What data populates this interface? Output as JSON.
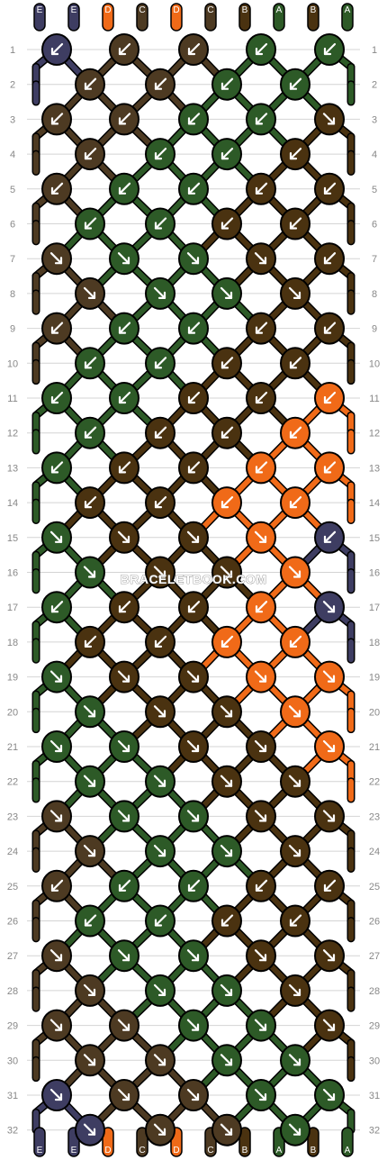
{
  "strand_labels": [
    "E",
    "E",
    "D",
    "C",
    "D",
    "C",
    "B",
    "A",
    "B",
    "A"
  ],
  "colors": {
    "A": "#2d5a27",
    "B": "#4a3210",
    "C": "#4d3a22",
    "D": "#f06a18",
    "E": "#3e3d62",
    "outline": "#000000",
    "guide": "#d4d4d4",
    "row_label": "#888888",
    "arrow": "#ffffff"
  },
  "row_numbers": [
    "1",
    "2",
    "3",
    "4",
    "5",
    "6",
    "7",
    "8",
    "9",
    "10",
    "11",
    "12",
    "13",
    "14",
    "15",
    "16",
    "17",
    "18",
    "19",
    "20",
    "21",
    "22",
    "23",
    "24",
    "25",
    "26",
    "27",
    "28",
    "29",
    "30",
    "31",
    "32"
  ],
  "rows": [
    [
      [
        "E",
        "bl"
      ],
      [
        "C",
        "bl"
      ],
      [
        "C",
        "bl"
      ],
      [
        "A",
        "bl"
      ],
      [
        "A",
        "bl"
      ]
    ],
    [
      [
        "C",
        "bl"
      ],
      [
        "C",
        "bl"
      ],
      [
        "A",
        "bl"
      ],
      [
        "A",
        "bl"
      ]
    ],
    [
      [
        "C",
        "bl"
      ],
      [
        "C",
        "bl"
      ],
      [
        "A",
        "bl"
      ],
      [
        "A",
        "bl"
      ],
      [
        "B",
        "br"
      ]
    ],
    [
      [
        "C",
        "bl"
      ],
      [
        "A",
        "bl"
      ],
      [
        "A",
        "bl"
      ],
      [
        "B",
        "bl"
      ]
    ],
    [
      [
        "C",
        "bl"
      ],
      [
        "A",
        "bl"
      ],
      [
        "A",
        "bl"
      ],
      [
        "B",
        "bl"
      ],
      [
        "B",
        "bl"
      ]
    ],
    [
      [
        "A",
        "bl"
      ],
      [
        "A",
        "bl"
      ],
      [
        "B",
        "bl"
      ],
      [
        "B",
        "bl"
      ]
    ],
    [
      [
        "C",
        "br"
      ],
      [
        "A",
        "br"
      ],
      [
        "A",
        "br"
      ],
      [
        "B",
        "br"
      ],
      [
        "B",
        "bl"
      ]
    ],
    [
      [
        "C",
        "br"
      ],
      [
        "A",
        "br"
      ],
      [
        "A",
        "br"
      ],
      [
        "B",
        "br"
      ]
    ],
    [
      [
        "C",
        "bl"
      ],
      [
        "A",
        "bl"
      ],
      [
        "A",
        "bl"
      ],
      [
        "B",
        "bl"
      ],
      [
        "B",
        "bl"
      ]
    ],
    [
      [
        "A",
        "bl"
      ],
      [
        "A",
        "bl"
      ],
      [
        "B",
        "bl"
      ],
      [
        "B",
        "bl"
      ]
    ],
    [
      [
        "A",
        "bl"
      ],
      [
        "A",
        "bl"
      ],
      [
        "B",
        "bl"
      ],
      [
        "B",
        "bl"
      ],
      [
        "D",
        "bl"
      ]
    ],
    [
      [
        "A",
        "bl"
      ],
      [
        "B",
        "bl"
      ],
      [
        "B",
        "bl"
      ],
      [
        "D",
        "bl"
      ]
    ],
    [
      [
        "A",
        "bl"
      ],
      [
        "B",
        "bl"
      ],
      [
        "B",
        "bl"
      ],
      [
        "D",
        "bl"
      ],
      [
        "D",
        "bl"
      ]
    ],
    [
      [
        "B",
        "bl"
      ],
      [
        "B",
        "bl"
      ],
      [
        "D",
        "bl"
      ],
      [
        "D",
        "bl"
      ]
    ],
    [
      [
        "A",
        "br"
      ],
      [
        "B",
        "br"
      ],
      [
        "B",
        "br"
      ],
      [
        "D",
        "br"
      ],
      [
        "E",
        "bl"
      ]
    ],
    [
      [
        "A",
        "br"
      ],
      [
        "B",
        "br"
      ],
      [
        "B",
        "br"
      ],
      [
        "D",
        "br"
      ]
    ],
    [
      [
        "A",
        "bl"
      ],
      [
        "B",
        "bl"
      ],
      [
        "B",
        "bl"
      ],
      [
        "D",
        "bl"
      ],
      [
        "E",
        "br"
      ]
    ],
    [
      [
        "B",
        "bl"
      ],
      [
        "B",
        "bl"
      ],
      [
        "D",
        "bl"
      ],
      [
        "D",
        "bl"
      ]
    ],
    [
      [
        "A",
        "br"
      ],
      [
        "B",
        "br"
      ],
      [
        "B",
        "br"
      ],
      [
        "D",
        "br"
      ],
      [
        "D",
        "br"
      ]
    ],
    [
      [
        "A",
        "br"
      ],
      [
        "B",
        "br"
      ],
      [
        "B",
        "br"
      ],
      [
        "D",
        "br"
      ]
    ],
    [
      [
        "A",
        "br"
      ],
      [
        "A",
        "br"
      ],
      [
        "B",
        "br"
      ],
      [
        "B",
        "br"
      ],
      [
        "D",
        "br"
      ]
    ],
    [
      [
        "A",
        "br"
      ],
      [
        "A",
        "br"
      ],
      [
        "B",
        "br"
      ],
      [
        "B",
        "br"
      ]
    ],
    [
      [
        "C",
        "br"
      ],
      [
        "A",
        "br"
      ],
      [
        "A",
        "br"
      ],
      [
        "B",
        "br"
      ],
      [
        "B",
        "br"
      ]
    ],
    [
      [
        "C",
        "br"
      ],
      [
        "A",
        "br"
      ],
      [
        "A",
        "br"
      ],
      [
        "B",
        "br"
      ]
    ],
    [
      [
        "C",
        "bl"
      ],
      [
        "A",
        "bl"
      ],
      [
        "A",
        "bl"
      ],
      [
        "B",
        "bl"
      ],
      [
        "B",
        "bl"
      ]
    ],
    [
      [
        "A",
        "bl"
      ],
      [
        "A",
        "bl"
      ],
      [
        "B",
        "bl"
      ],
      [
        "B",
        "bl"
      ]
    ],
    [
      [
        "C",
        "br"
      ],
      [
        "A",
        "br"
      ],
      [
        "A",
        "br"
      ],
      [
        "B",
        "br"
      ],
      [
        "B",
        "br"
      ]
    ],
    [
      [
        "C",
        "br"
      ],
      [
        "A",
        "br"
      ],
      [
        "A",
        "br"
      ],
      [
        "B",
        "br"
      ]
    ],
    [
      [
        "C",
        "br"
      ],
      [
        "C",
        "br"
      ],
      [
        "A",
        "br"
      ],
      [
        "A",
        "br"
      ],
      [
        "B",
        "br"
      ]
    ],
    [
      [
        "C",
        "br"
      ],
      [
        "C",
        "br"
      ],
      [
        "A",
        "br"
      ],
      [
        "A",
        "br"
      ]
    ],
    [
      [
        "E",
        "br"
      ],
      [
        "C",
        "br"
      ],
      [
        "C",
        "br"
      ],
      [
        "A",
        "br"
      ],
      [
        "A",
        "br"
      ]
    ],
    [
      [
        "E",
        "br"
      ],
      [
        "C",
        "br"
      ],
      [
        "C",
        "br"
      ],
      [
        "A",
        "br"
      ]
    ]
  ],
  "watermark": "BRACELETBOOK.COM"
}
